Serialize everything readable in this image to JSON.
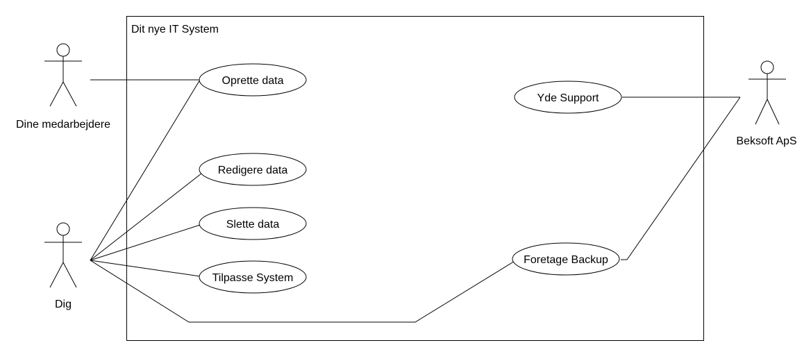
{
  "system": {
    "title": "Dit nye IT System"
  },
  "actors": {
    "employees": "Dine medarbejdere",
    "you": "Dig",
    "vendor": "Beksoft ApS"
  },
  "use_cases": {
    "create": "Oprette data",
    "edit": "Redigere data",
    "delete": "Slette data",
    "customize": "Tilpasse System",
    "support": "Yde Support",
    "backup": "Foretage Backup"
  }
}
